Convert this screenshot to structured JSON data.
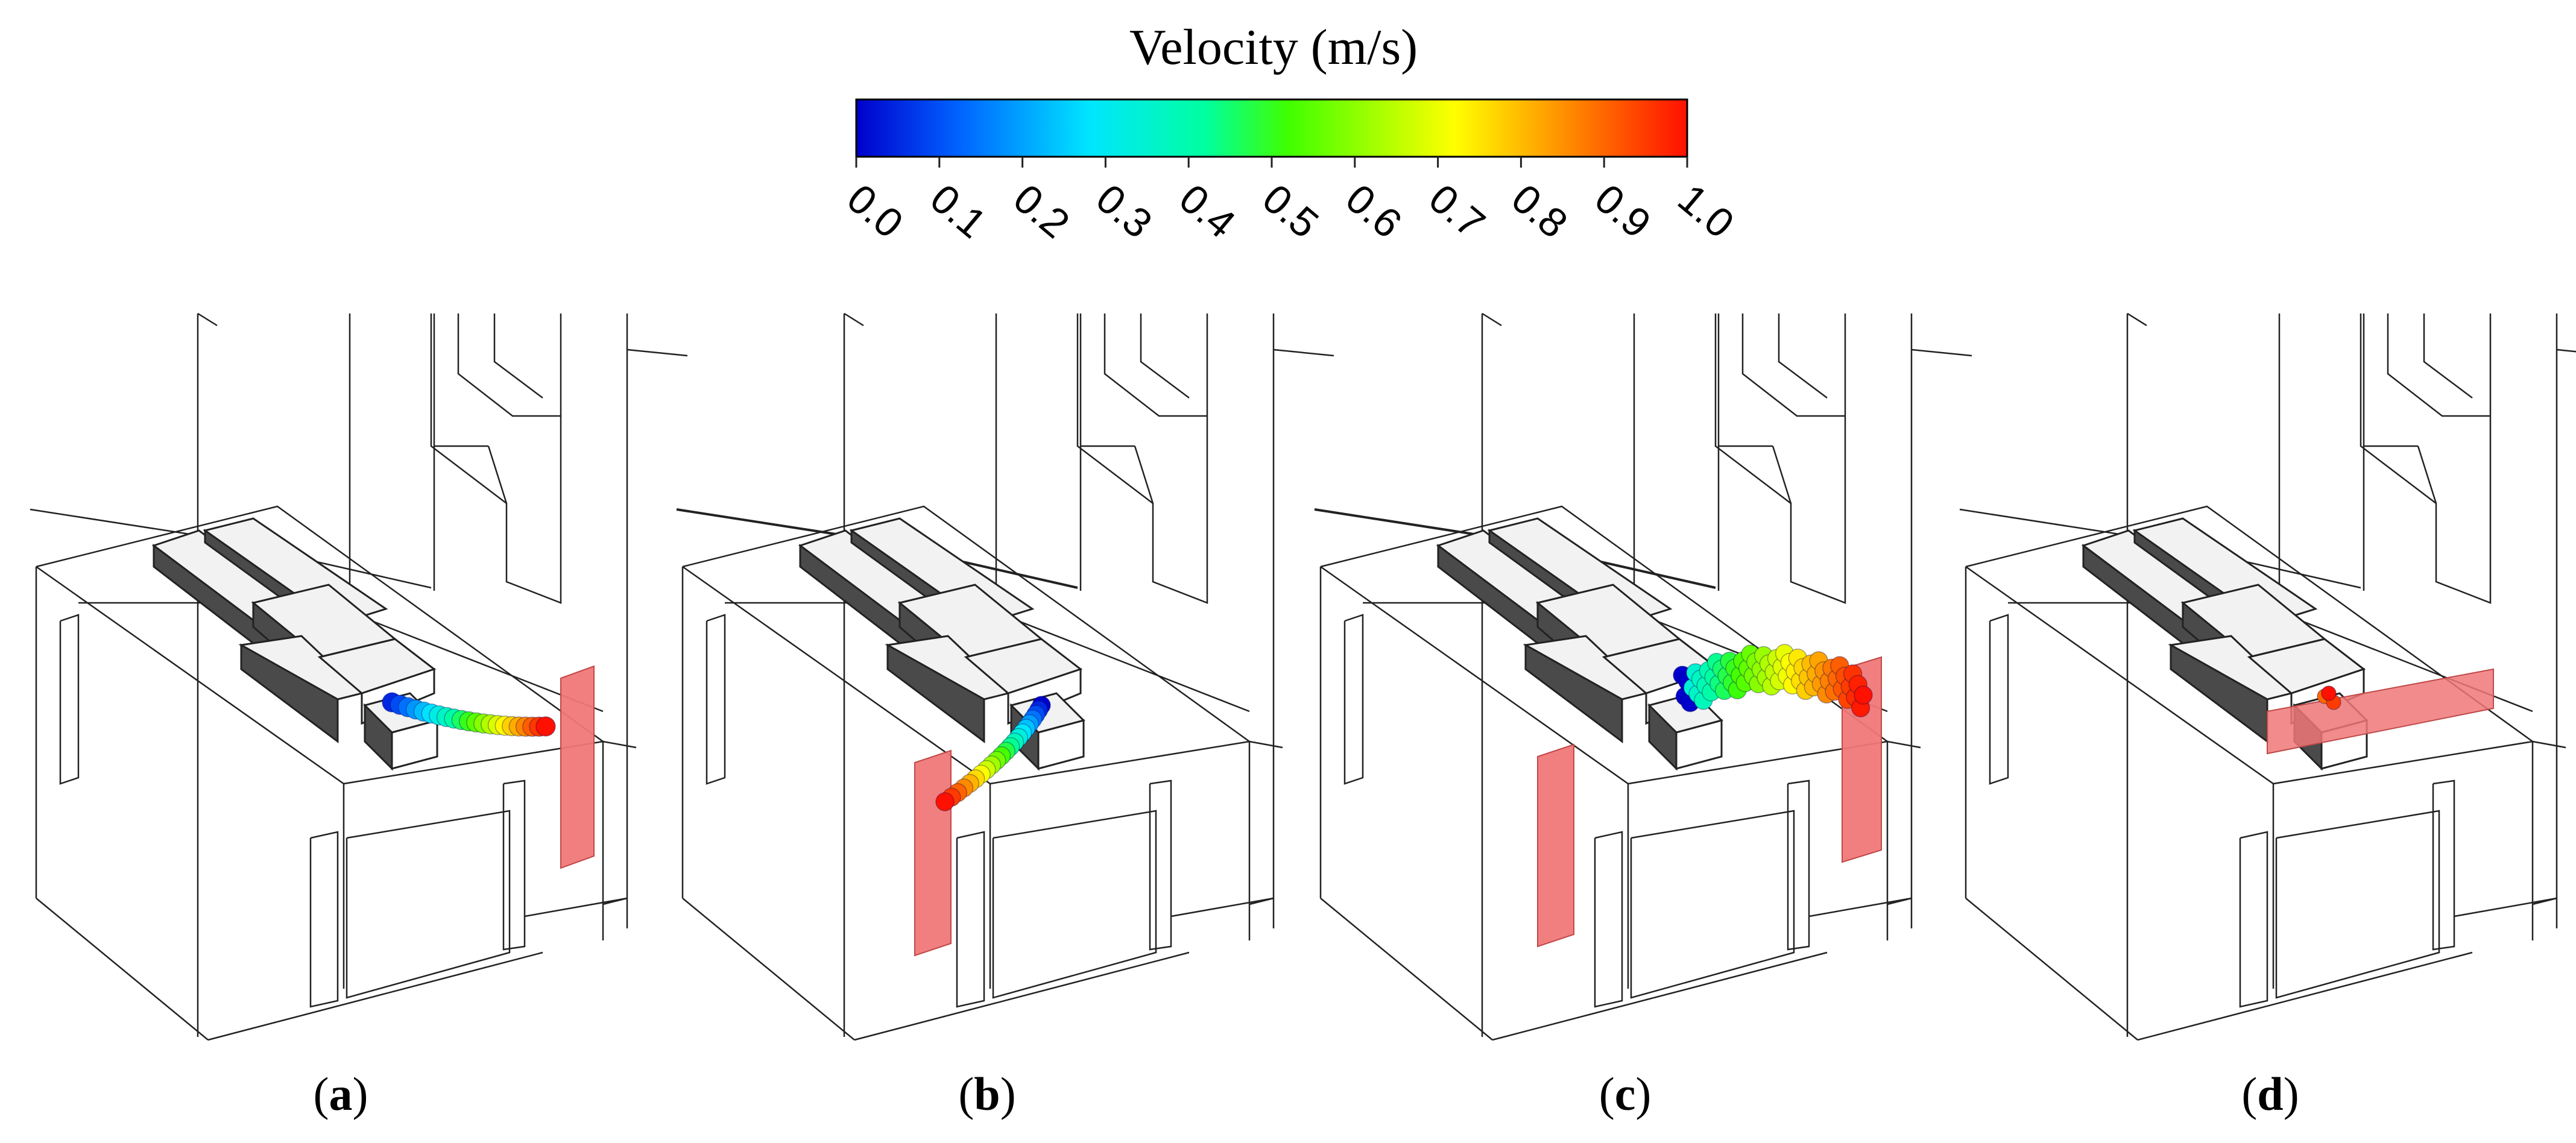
{
  "colorbar": {
    "title": "Velocity (m/s)",
    "min": 0.0,
    "max": 1.0,
    "ticks": [
      "0.0",
      "0.1",
      "0.2",
      "0.3",
      "0.4",
      "0.5",
      "0.6",
      "0.7",
      "0.8",
      "0.9",
      "1.0"
    ],
    "colormap": [
      "#0000cc",
      "#0060ff",
      "#00e5ff",
      "#00ffa0",
      "#40ff00",
      "#ffff00",
      "#ff8800",
      "#ff1000"
    ]
  },
  "panels": [
    {
      "label": "a",
      "particle_range": [
        0.05,
        1.0
      ]
    },
    {
      "label": "b",
      "particle_range": [
        0.0,
        1.0
      ]
    },
    {
      "label": "c",
      "particle_range": [
        0.0,
        1.0
      ]
    },
    {
      "label": "d",
      "particle_range": [
        0.9,
        1.0
      ]
    }
  ],
  "colors": {
    "line": "#222222",
    "solid_top": "#f2f2f2",
    "solid_side": "#4a4a4a",
    "highlight_plane": "#f07878"
  }
}
